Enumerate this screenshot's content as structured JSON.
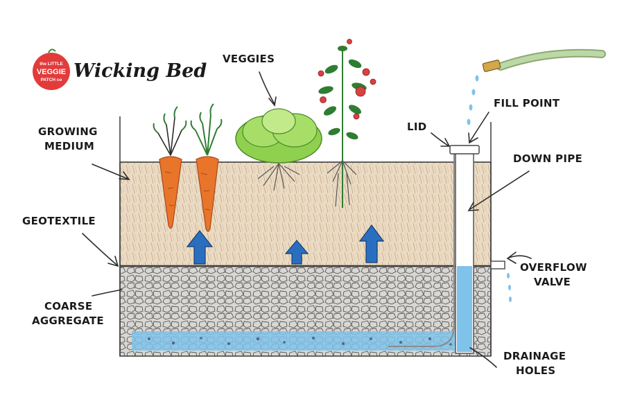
{
  "title": "Wicking Bed",
  "logo": {
    "line1": "the LITTLE",
    "line2": "VEGGIE",
    "line3": "PATCH co",
    "color": "#e23b3b"
  },
  "labels": {
    "veggies": "VEGGIES",
    "fill_point": "FILL POINT",
    "lid": "LID",
    "down_pipe": "DOWN PIPE",
    "growing_medium_1": "GROWING",
    "growing_medium_2": "MEDIUM",
    "geotextile": "GEOTEXTILE",
    "overflow_1": "OVERFLOW",
    "overflow_2": "VALVE",
    "coarse_1": "COARSE",
    "coarse_2": "AGGREGATE",
    "drainage_1": "DRAINAGE",
    "drainage_2": "HOLES"
  },
  "colors": {
    "soil": "#e8d9c3",
    "soil_stroke": "#b8966d",
    "water": "#7fc3ea",
    "arrow": "#2a6fbf",
    "carrot": "#e8752a",
    "lettuce": "#8fd14f",
    "leaf": "#2f7d32",
    "tomato": "#d94040",
    "hose": "#a9c98f",
    "gravel": "#6b6b6b"
  }
}
